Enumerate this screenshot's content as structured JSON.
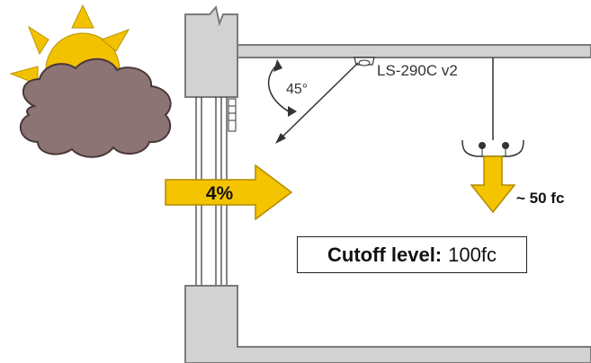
{
  "diagram": {
    "angle_label": "45°",
    "sensor_label": "LS-290C v2",
    "daylight_label": "4%",
    "fixture_output_label": "~ 50 fc",
    "cutoff": {
      "label": "Cutoff level:",
      "value": "100fc"
    }
  },
  "colors": {
    "wall_fill": "#d2d2d2",
    "wall_stroke": "#7a7a7a",
    "arrow_fill": "#f5c400",
    "arrow_stroke": "#b08a00",
    "sun_fill": "#f2c200",
    "cloud_fill": "#8c7474",
    "cloud_stroke": "#4a3838"
  }
}
